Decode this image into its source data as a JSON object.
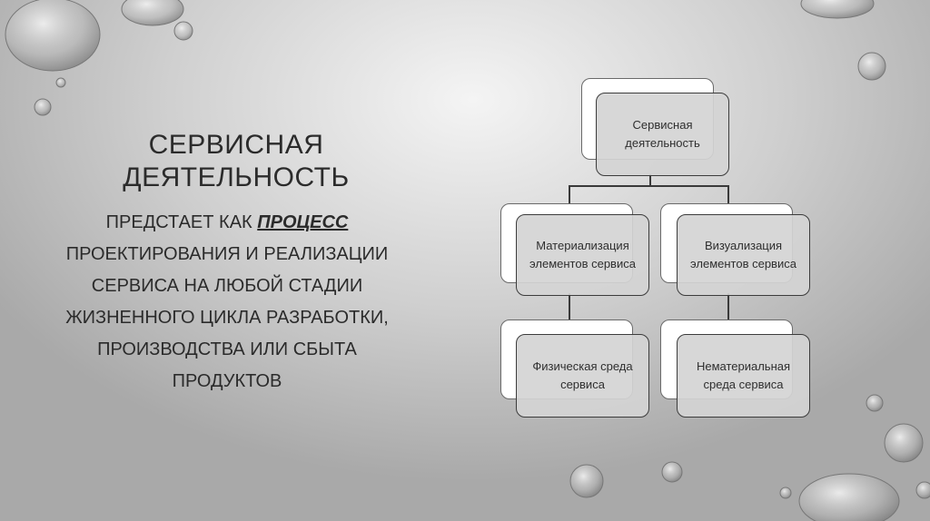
{
  "slide": {
    "title": "Сервисная деятельность",
    "body_prefix": "предстает как ",
    "body_emphasis": "процесс",
    "body_rest": "проектирования и реализации сервиса на любой стадии жизненного цикла разработки, производства или сбыта продуктов"
  },
  "diagram": {
    "root": "Сервисная деятельность",
    "left_branch": "Материализация элементов сервиса",
    "right_branch": "Визуализация элементов сервиса",
    "left_leaf": "Физическая среда сервиса",
    "right_leaf": "Нематериальная среда сервиса"
  }
}
